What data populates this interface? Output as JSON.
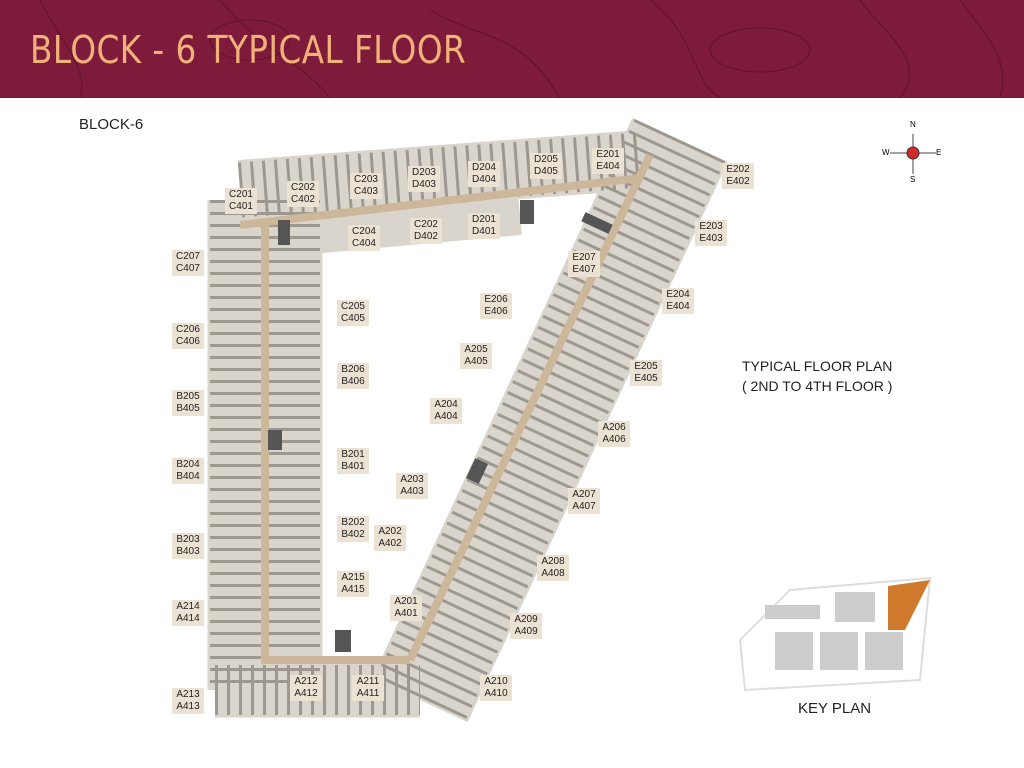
{
  "header": {
    "title": "BLOCK - 6 TYPICAL FLOOR",
    "background": "#7e1a3a",
    "title_color": "#f0b27a"
  },
  "plan": {
    "block_label": "BLOCK-6",
    "caption_line1": "TYPICAL FLOOR PLAN",
    "caption_line2": "( 2ND TO 4TH FLOOR )"
  },
  "compass": {
    "n": "N",
    "s": "S",
    "e": "E",
    "w": "W"
  },
  "key_plan": {
    "label": "KEY PLAN",
    "highlight_color": "#d07a2e"
  },
  "units": [
    [
      "C201",
      "C401"
    ],
    [
      "C202",
      "C402"
    ],
    [
      "C203",
      "C403"
    ],
    [
      "D203",
      "D403"
    ],
    [
      "D204",
      "D404"
    ],
    [
      "D205",
      "D405"
    ],
    [
      "E201",
      "E404"
    ],
    [
      "E202",
      "E402"
    ],
    [
      "C204",
      "C404"
    ],
    [
      "C202",
      "D402"
    ],
    [
      "D201",
      "D401"
    ],
    [
      "E203",
      "E403"
    ],
    [
      "E207",
      "E407"
    ],
    [
      "E204",
      "E404"
    ],
    [
      "E206",
      "E406"
    ],
    [
      "C207",
      "C407"
    ],
    [
      "C205",
      "C405"
    ],
    [
      "A205",
      "A405"
    ],
    [
      "C206",
      "C406"
    ],
    [
      "B206",
      "B406"
    ],
    [
      "E205",
      "E405"
    ],
    [
      "B205",
      "B405"
    ],
    [
      "A204",
      "A404"
    ],
    [
      "A206",
      "A406"
    ],
    [
      "B201",
      "B401"
    ],
    [
      "B204",
      "B404"
    ],
    [
      "A203",
      "A403"
    ],
    [
      "A207",
      "A407"
    ],
    [
      "B202",
      "B402"
    ],
    [
      "A202",
      "A402"
    ],
    [
      "B203",
      "B403"
    ],
    [
      "A208",
      "A408"
    ],
    [
      "A215",
      "A415"
    ],
    [
      "A214",
      "A414"
    ],
    [
      "A201",
      "A401"
    ],
    [
      "A209",
      "A409"
    ],
    [
      "A212",
      "A412"
    ],
    [
      "A211",
      "A411"
    ],
    [
      "A210",
      "A410"
    ],
    [
      "A213",
      "A413"
    ]
  ]
}
